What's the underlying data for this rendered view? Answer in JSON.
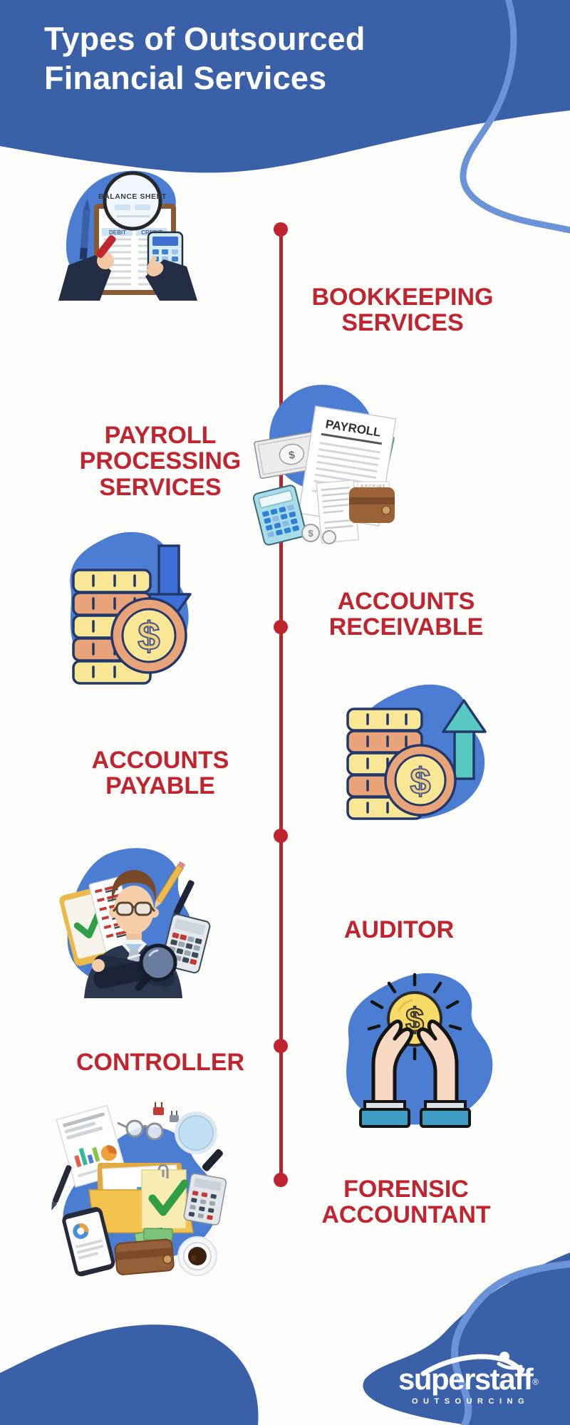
{
  "colors": {
    "header_blue": "#3a60a8",
    "light_blue_line": "#6b93d8",
    "blob_blue": "#4b7ed3",
    "accent_red": "#c0242f",
    "white": "#ffffff"
  },
  "header": {
    "title_lines": [
      "Types of Outsourced",
      "Financial Services"
    ]
  },
  "timeline": {
    "dot_positions": [
      322,
      614,
      880,
      1173,
      1468,
      1656
    ]
  },
  "sections": [
    {
      "id": "bookkeeping",
      "label_lines": [
        "BOOKKEEPING",
        "SERVICES"
      ],
      "label_side": "right",
      "illustration": "balance-sheet-magnifier"
    },
    {
      "id": "payroll",
      "label_lines": [
        "PAYROLL",
        "PROCESSING",
        "SERVICES"
      ],
      "label_side": "left",
      "illustration": "payroll-documents-money"
    },
    {
      "id": "accounts-receivable",
      "label_lines": [
        "ACCOUNTS",
        "RECEIVABLE"
      ],
      "label_side": "right",
      "illustration": "coin-stack-down-arrow"
    },
    {
      "id": "accounts-payable",
      "label_lines": [
        "ACCOUNTS",
        "PAYABLE"
      ],
      "label_side": "left",
      "illustration": "coin-stack-up-arrow"
    },
    {
      "id": "auditor",
      "label_lines": [
        "AUDITOR"
      ],
      "label_side": "right",
      "illustration": "auditor-man-crossed-arms"
    },
    {
      "id": "controller",
      "label_lines": [
        "CONTROLLER"
      ],
      "label_side": "left",
      "illustration": "hands-holding-coin"
    },
    {
      "id": "forensic-accountant",
      "label_lines": [
        "FORENSIC",
        "ACCOUNTANT"
      ],
      "label_side": "right",
      "illustration": "folder-checkmark-desk-items"
    }
  ],
  "illustration_text": {
    "balance_sheet_title": "BALANCE SHEET",
    "debit": "DEBIT",
    "credit": "CREDIT",
    "payroll_doc_title": "PAYROLL",
    "receipt_label": "RECEIPT",
    "dollar_sign": "$"
  },
  "footer": {
    "brand": "superstaff",
    "brand_sub": "OUTSOURCING",
    "registered": "®"
  }
}
